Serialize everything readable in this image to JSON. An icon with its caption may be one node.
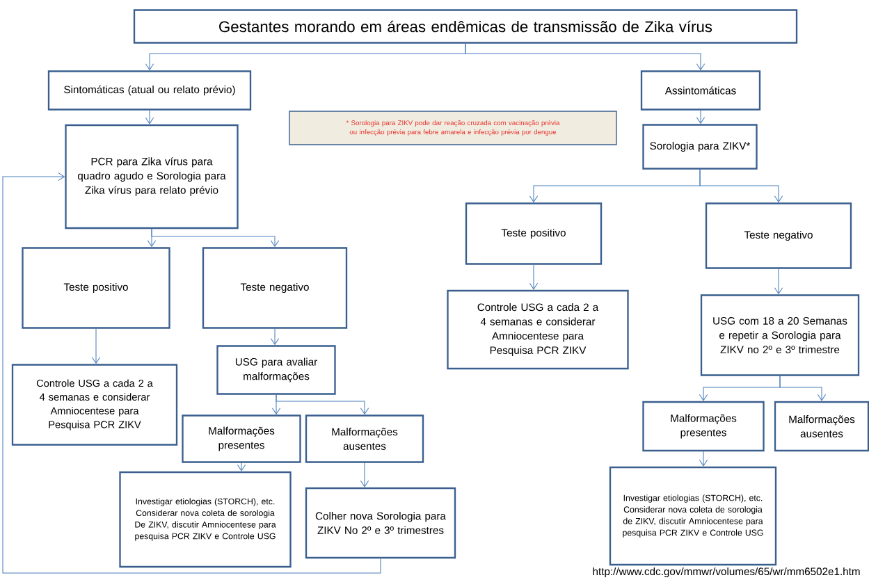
{
  "diagram": {
    "nodes": [
      {
        "text": [
          "Gestantes morando em áreas endêmicas de transmissão de Zika vírus"
        ]
      },
      {
        "text": [
          "Sintomáticas (atual ou relato prévio)"
        ]
      },
      {
        "text": [
          "Assintomáticas"
        ]
      },
      {
        "text": [
          "* Sorologia para ZIKV pode dar reação cruzada com vacinação prévia ou infecção prévia para febre amarela e infecção prévia por dengue"
        ]
      },
      {
        "text": [
          "PCR para Zika vírus para quadro agudo e Sorologia para Zika vírus para relato prévio"
        ]
      },
      {
        "text": [
          "Sorologia para ZIKV*"
        ]
      },
      {
        "text": [
          "Teste positivo"
        ]
      },
      {
        "text": [
          "Teste negativo"
        ]
      },
      {
        "text": [
          "Teste positivo"
        ]
      },
      {
        "text": [
          "Teste negativo"
        ]
      },
      {
        "text": [
          "Controle USG a cada 2 a 4 semanas e considerar Amniocentese para Pesquisa PCR ZIKV"
        ]
      },
      {
        "text": [
          "USG para avaliar malformações"
        ]
      },
      {
        "text": [
          "Controle USG a cada 2 a 4 semanas e considerar Amniocentese para Pesquisa PCR ZIKV"
        ]
      },
      {
        "text": [
          "USG com 18 a 20 Semanas e repetir a Sorologia para ZIKV no 2º e 3º trimestre"
        ]
      },
      {
        "text": [
          "Malformações presentes"
        ]
      },
      {
        "text": [
          "Malformações ausentes"
        ]
      },
      {
        "text": [
          "Malformações presentes"
        ]
      },
      {
        "text": [
          "Malformações ausentes"
        ]
      },
      {
        "text": [
          "Investigar etiologias (STORCH), etc. Considerar nova coleta de sorologia De ZIKV, discutir Amniocentese para pesquisa PCR ZIKV e Controle USG"
        ]
      },
      {
        "text": [
          "Colher nova Sorologia para ZIKV No 2º e 3º trimestres"
        ]
      },
      {
        "text": [
          "Investigar etiologias (STORCH), etc. Considerar nova coleta de sorologia de ZIKV, discutir Amniocentese para pesquisa PCR ZIKV e Controle USG"
        ]
      }
    ],
    "edges": [
      {
        "from": 0,
        "to": 1,
        "arrow": "to"
      },
      {
        "from": 0,
        "to": 2,
        "arrow": "to"
      },
      {
        "from": 1,
        "to": 4,
        "arrow": "to"
      },
      {
        "from": 2,
        "to": 5,
        "arrow": "to"
      },
      {
        "from": 4,
        "to": 6,
        "arrow": "to"
      },
      {
        "from": 4,
        "to": 7,
        "arrow": "to"
      },
      {
        "from": 5,
        "to": 8,
        "arrow": "to"
      },
      {
        "from": 5,
        "to": 9,
        "arrow": "to"
      },
      {
        "from": 6,
        "to": 10,
        "arrow": "to"
      },
      {
        "from": 7,
        "to": 11,
        "arrow": "to"
      },
      {
        "from": 8,
        "to": 12,
        "arrow": "to"
      },
      {
        "from": 9,
        "to": 13,
        "arrow": "to"
      },
      {
        "from": 11,
        "to": 14,
        "arrow": "to"
      },
      {
        "from": 11,
        "to": 15,
        "arrow": "to"
      },
      {
        "from": 13,
        "to": 16,
        "arrow": "to"
      },
      {
        "from": 13,
        "to": 17,
        "arrow": "to"
      },
      {
        "from": 14,
        "to": 18,
        "arrow": "to"
      },
      {
        "from": 15,
        "to": 19,
        "arrow": "to"
      },
      {
        "from": 16,
        "to": 20,
        "arrow": "to"
      },
      {
        "from": 19,
        "to": 4,
        "arrow": "to"
      }
    ],
    "labels": [
      "http://www.cdc.gov/mmwr/volumes/65/wr/mm6502e1.htm"
    ]
  }
}
